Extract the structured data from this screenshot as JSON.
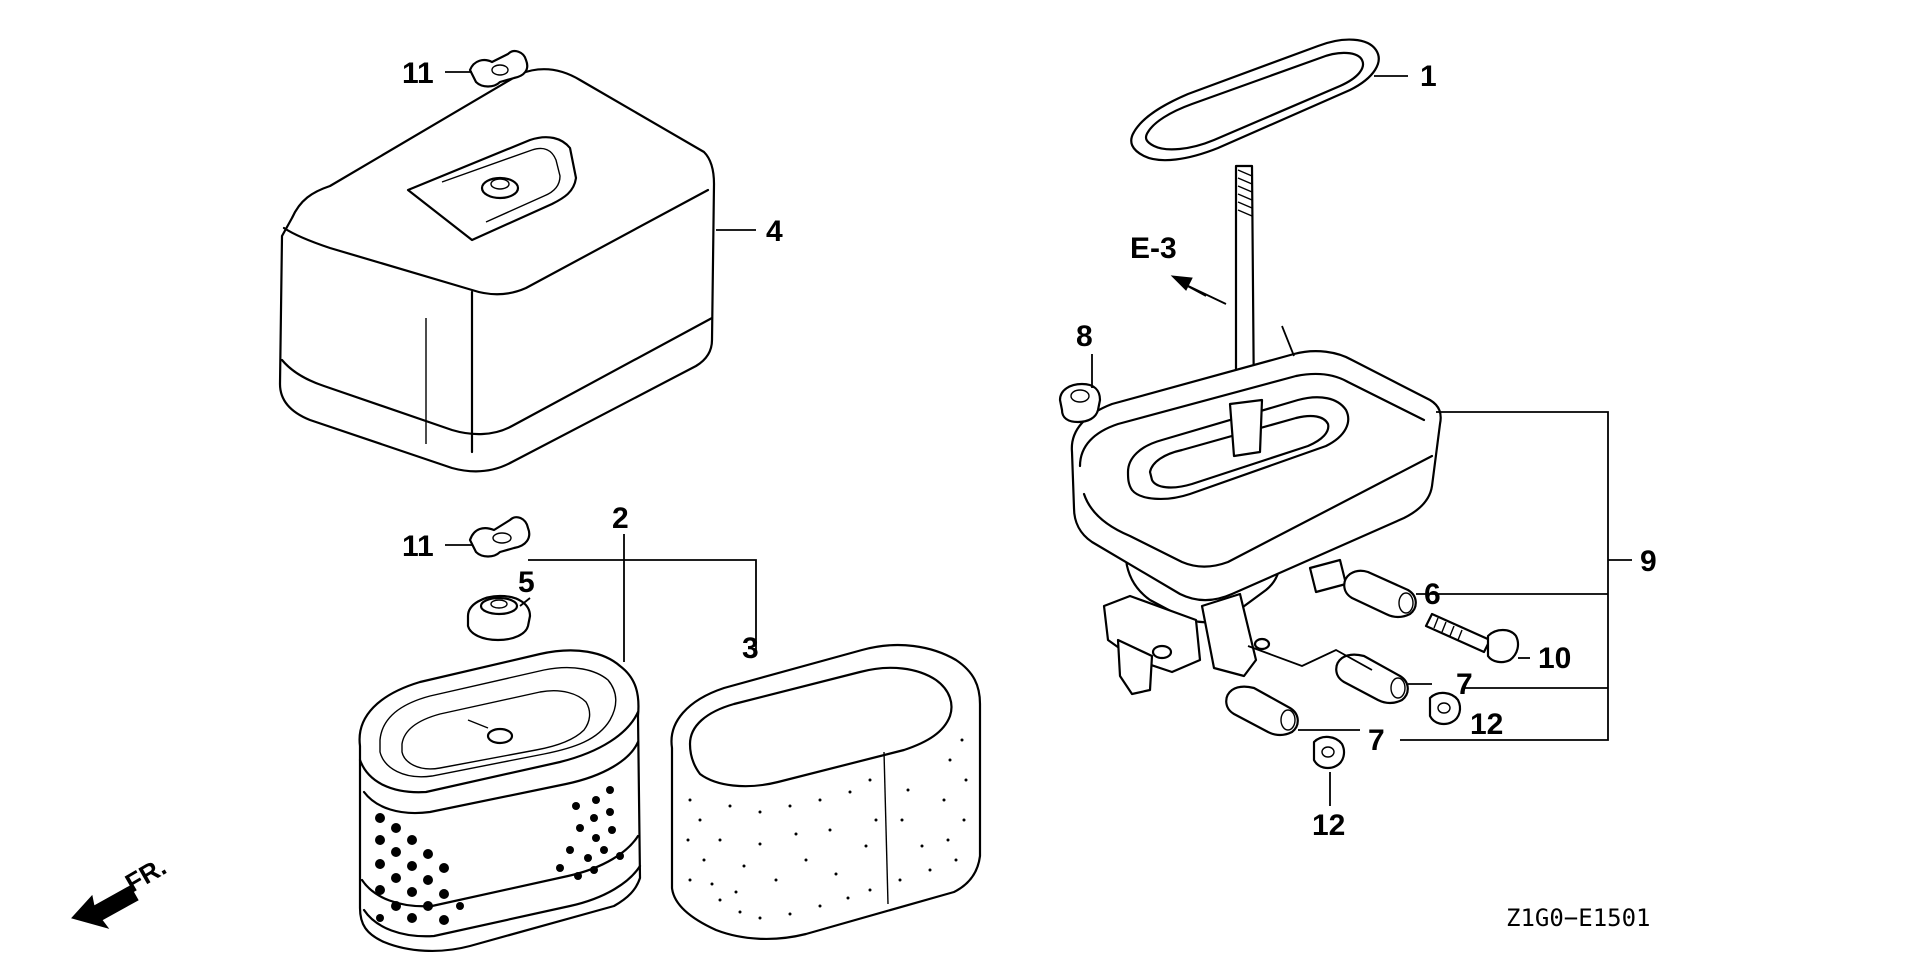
{
  "callouts": {
    "c1": "1",
    "c2": "2",
    "c3": "3",
    "c4": "4",
    "c5": "5",
    "c6": "6",
    "c7a": "7",
    "c7b": "7",
    "c8": "8",
    "c9": "9",
    "c10": "10",
    "c11a": "11",
    "c11b": "11",
    "c12a": "12",
    "c12b": "12"
  },
  "section_ref": "E-3",
  "direction_label": "FR.",
  "figure_code": "Z1G0−E1501"
}
